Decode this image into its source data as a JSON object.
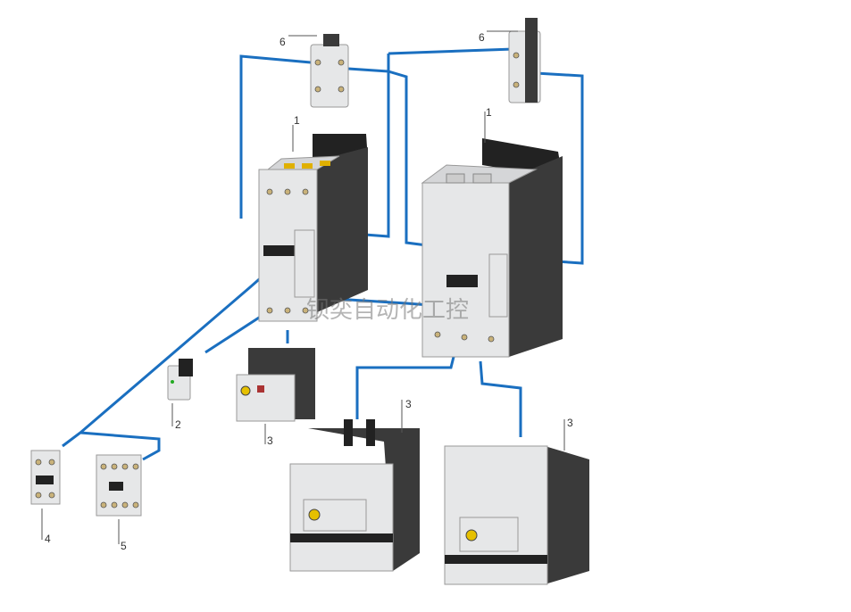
{
  "labels": {
    "aux_side_left": "6",
    "aux_side_right": "6",
    "contactor_left": "1",
    "contactor_right": "1",
    "suppressor": "2",
    "overload_small": "3",
    "overload_mid": "3",
    "overload_right": "3",
    "aux_front_2pole": "4",
    "aux_front_4pole": "5"
  },
  "watermark": "钡奕自动化工控",
  "colors": {
    "connector": "#1a6fc0",
    "housing": "#e6e7e8",
    "side": "#3a3a3a"
  }
}
